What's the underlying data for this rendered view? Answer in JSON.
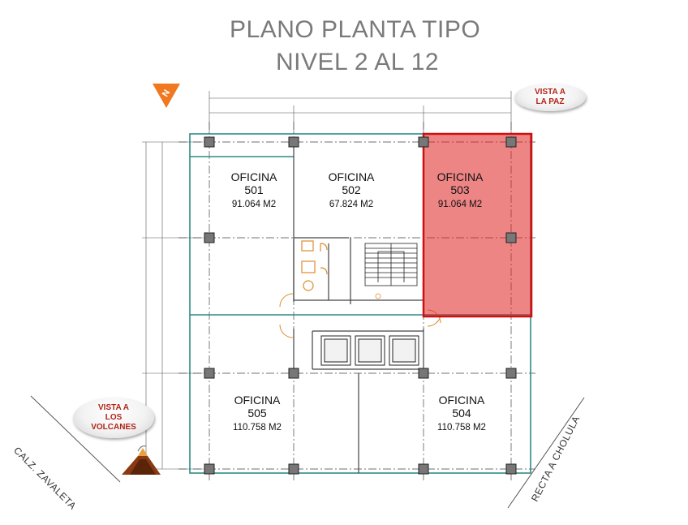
{
  "title": {
    "line1": "PLANO PLANTA TIPO",
    "line2": "NIVEL 2 AL 12"
  },
  "views": {
    "la_paz": {
      "line1": "VISTA A",
      "line2": "LA PAZ"
    },
    "volcanes": {
      "line1": "VISTA A",
      "line2": "LOS",
      "line3": "VOLCANES"
    }
  },
  "roads": {
    "left": "CALZ. ZAVALETA",
    "right": "RECTA A CHOLULA"
  },
  "offices": [
    {
      "label": "OFICINA",
      "number": "501",
      "area": "91.064 M2"
    },
    {
      "label": "OFICINA",
      "number": "502",
      "area": "67.824 M2"
    },
    {
      "label": "OFICINA",
      "number": "503",
      "area": "91.064 M2"
    },
    {
      "label": "OFICINA",
      "number": "505",
      "area": "110.758  M2"
    },
    {
      "label": "OFICINA",
      "number": "504",
      "area": "110.758  M2"
    }
  ],
  "highlight": {
    "office": "503",
    "color": "#e02020"
  },
  "colors": {
    "walls": "#2e8a86",
    "title": "#7a7a7a",
    "accent": "#b02418",
    "north": "#f07820"
  },
  "icons": [
    "north-arrow-icon",
    "volcano-icon",
    "stair-icon",
    "elevator-icon"
  ]
}
